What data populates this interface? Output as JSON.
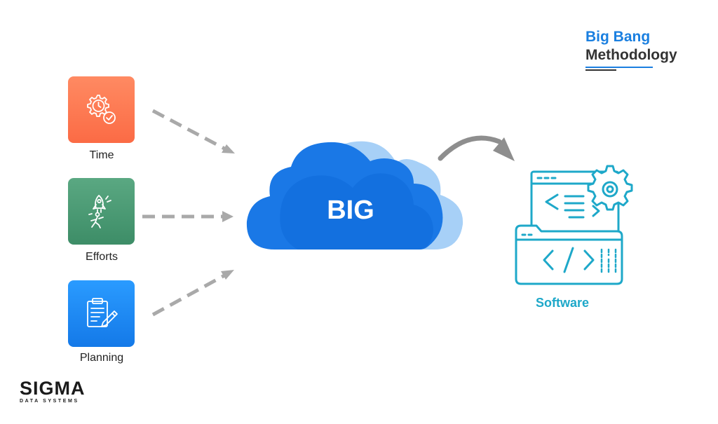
{
  "heading": {
    "line1": "Big Bang",
    "line2": "Methodology"
  },
  "inputs": [
    {
      "label": "Time",
      "icon": "clock-gear-icon",
      "color": "#fb6b45"
    },
    {
      "label": "Efforts",
      "icon": "rocket-runner-icon",
      "color": "#3d8d67"
    },
    {
      "label": "Planning",
      "icon": "clipboard-pencil-icon",
      "color": "#1479e8"
    }
  ],
  "center": {
    "label": "BIG",
    "icon": "cloud-icon",
    "color": "#1a78e6"
  },
  "output": {
    "label": "Software",
    "icon": "code-window-gear-icon",
    "color": "#1ea8c9"
  },
  "logo": {
    "name": "SIGMA",
    "tagline": "DATA SYSTEMS"
  }
}
